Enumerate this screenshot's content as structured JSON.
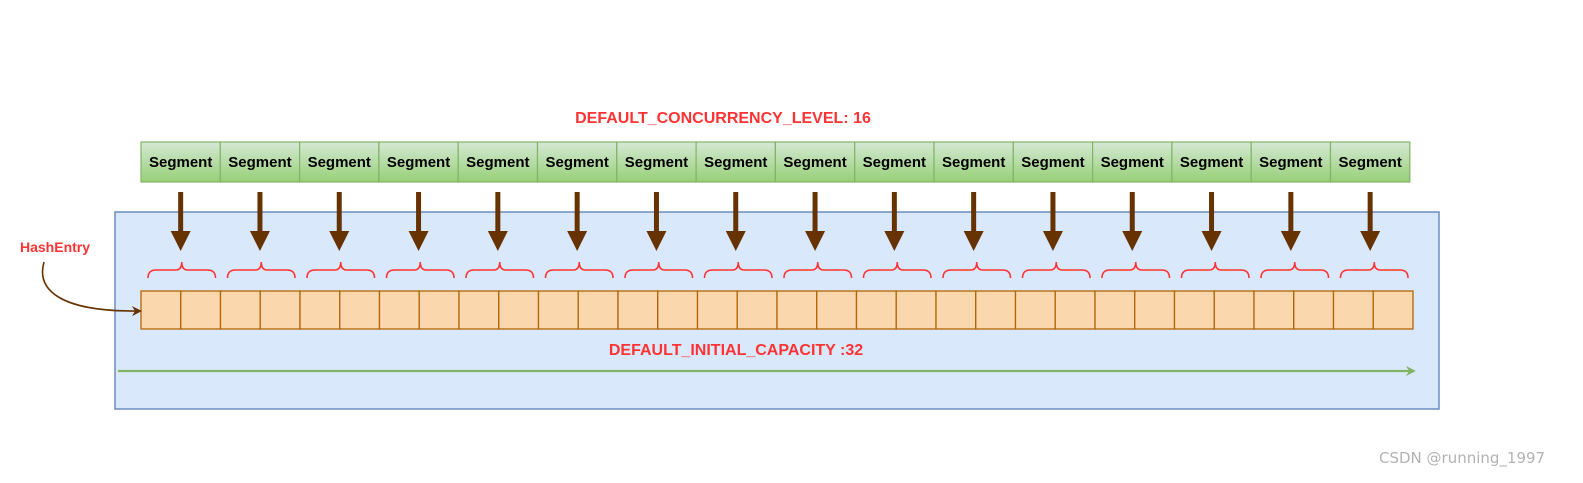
{
  "title": "DEFAULT_CONCURRENCY_LEVEL:  16",
  "capacity_label": "DEFAULT_INITIAL_CAPACITY :32",
  "hash_entry_label": "HashEntry",
  "segment_label": "Segment",
  "segment_count": 16,
  "bucket_count": 32,
  "watermark": "CSDN @running_1997",
  "colors": {
    "segment_fill": "#a9d98f",
    "segment_stroke": "#82b366",
    "container_fill": "#dae8fc",
    "container_stroke": "#6c8ebf",
    "bucket_fill": "#fad7ac",
    "bucket_stroke": "#b46504",
    "arrow": "#663300",
    "brace": "#ff3333",
    "capacity_arrow": "#82b366",
    "label_red": "#ff3333"
  }
}
